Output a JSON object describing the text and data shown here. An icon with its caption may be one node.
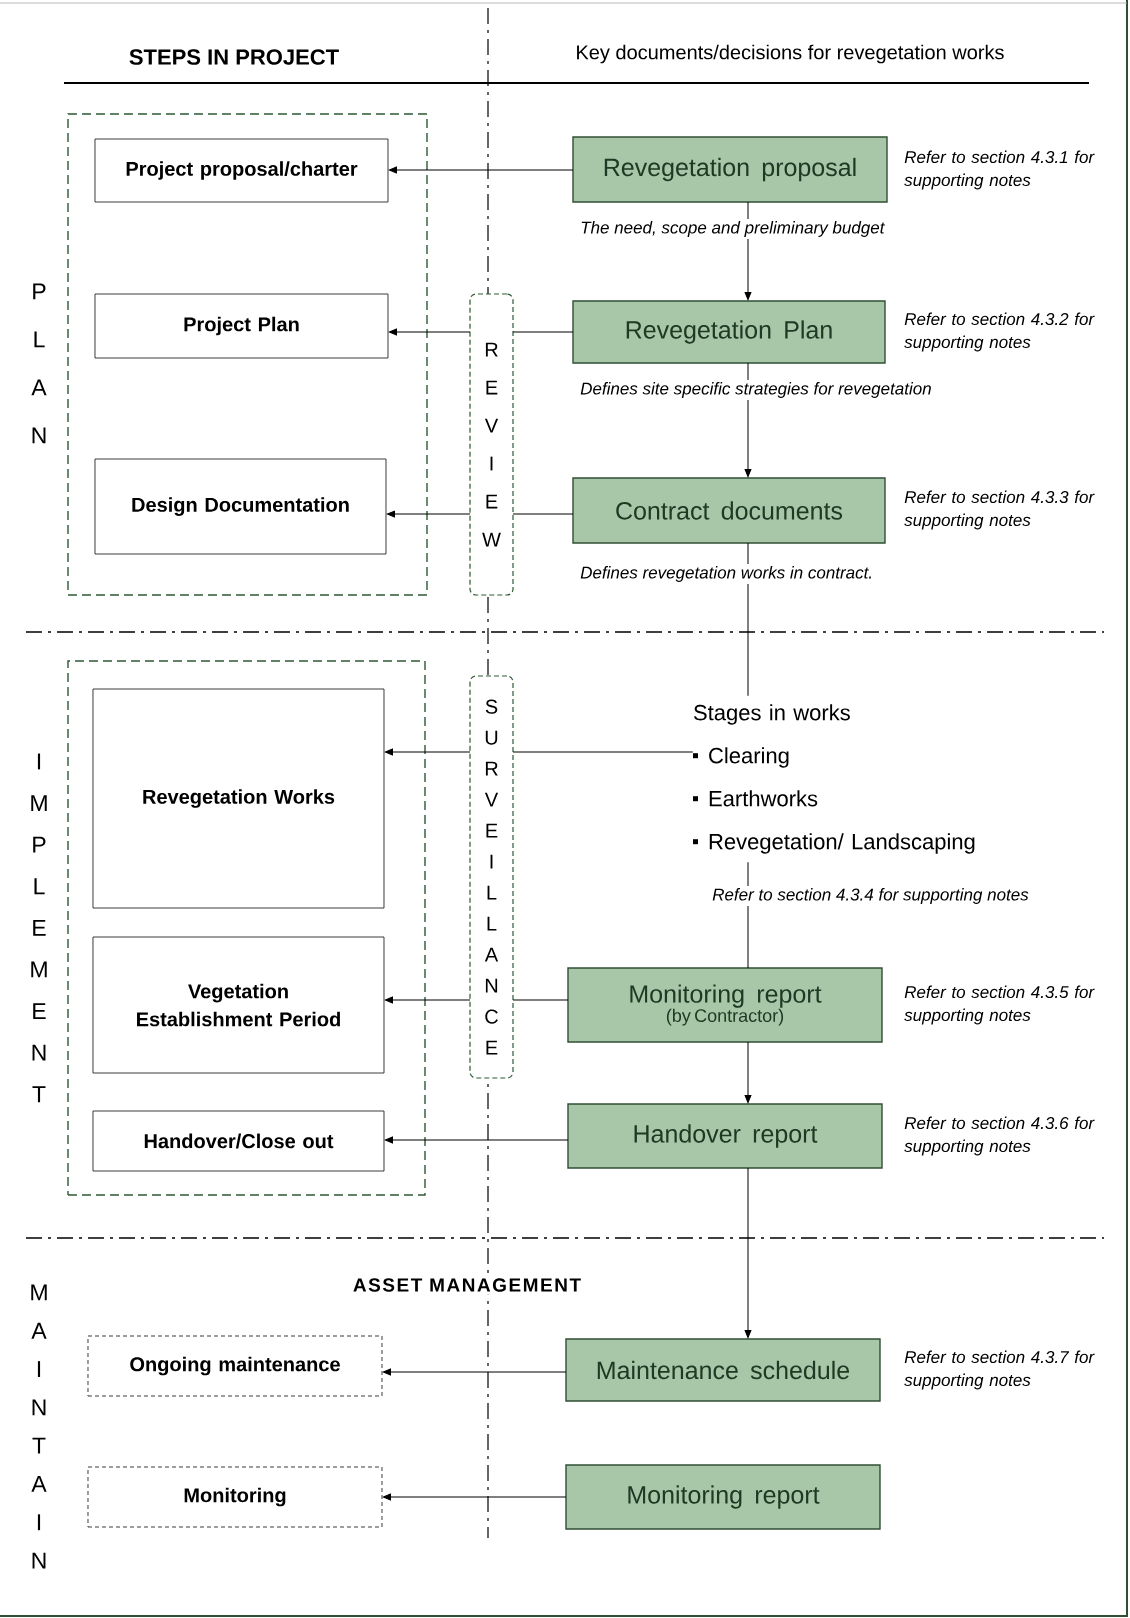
{
  "diagram": {
    "nodes": [
      {
        "text": [],
        "shape": "box"
      },
      {
        "text": [
          "Project proposal/charter"
        ],
        "in": 0
      },
      {
        "text": [
          "Project Plan"
        ],
        "in": 0
      },
      {
        "text": [
          "Design Documentation"
        ],
        "in": 0
      },
      {
        "text": [
          "REVIEW"
        ]
      },
      {
        "text": [
          "Revegetation proposal"
        ],
        "beside": [
          "Refer to section 4.3.1 for supporting notes",
          "The need, scope and preliminary budget"
        ]
      },
      {
        "text": [
          "Revegetation Plan"
        ],
        "beside": [
          "Refer to section 4.3.2 for supporting notes",
          "Defines site specific strategies for revegetation"
        ]
      },
      {
        "text": [
          "Contract documents"
        ],
        "beside": [
          "Refer to section 4.3.3 for supporting notes",
          "Defines revegetation works in contract."
        ]
      },
      {
        "text": [],
        "shape": "box"
      },
      {
        "text": [
          "Revegetation Works"
        ],
        "in": 8
      },
      {
        "text": [
          "Vegetation Establishment Period"
        ],
        "in": 8
      },
      {
        "text": [
          "Handover/Close out"
        ],
        "in": 8
      },
      {
        "text": [
          "SURVEILLANCE"
        ]
      },
      {
        "text": [
          "Stages in works",
          "Clearing",
          "Earthworks",
          "Revegetation/ Landscaping"
        ],
        "beside": [
          "Refer to section 4.3.4 for supporting notes"
        ]
      },
      {
        "text": [
          "Monitoring report",
          "(by Contractor)"
        ],
        "beside": [
          "Refer to section 4.3.5 for supporting notes"
        ]
      },
      {
        "text": [
          "Handover report"
        ],
        "beside": [
          "Refer to section 4.3.6 for supporting notes"
        ]
      },
      {
        "text": [
          "Ongoing maintenance"
        ]
      },
      {
        "text": [
          "Monitoring"
        ]
      },
      {
        "text": [
          "Maintenance schedule"
        ],
        "beside": [
          "Refer to section 4.3.7 for supporting notes"
        ]
      },
      {
        "text": [
          "Monitoring report"
        ]
      }
    ],
    "edges": [
      {
        "from": 5,
        "to": 1,
        "arrow": "to"
      },
      {
        "from": 6,
        "to": 4,
        "arrow": "none"
      },
      {
        "from": 4,
        "to": 2,
        "arrow": "to"
      },
      {
        "from": 7,
        "to": 4,
        "arrow": "none"
      },
      {
        "from": 4,
        "to": 3,
        "arrow": "to"
      },
      {
        "from": 13,
        "to": 12,
        "arrow": "none"
      },
      {
        "from": 12,
        "to": 9,
        "arrow": "to"
      },
      {
        "from": 14,
        "to": 12,
        "arrow": "none"
      },
      {
        "from": 12,
        "to": 10,
        "arrow": "to"
      },
      {
        "from": 15,
        "to": 11,
        "arrow": "to"
      },
      {
        "from": 18,
        "to": 16,
        "arrow": "to"
      },
      {
        "from": 19,
        "to": 17,
        "arrow": "to"
      },
      {
        "from": 5,
        "to": 6,
        "arrow": "to"
      },
      {
        "from": 6,
        "to": 7,
        "arrow": "to"
      },
      {
        "from": 7,
        "to": 13,
        "arrow": "none"
      },
      {
        "from": 13,
        "to": 14,
        "arrow": "none"
      },
      {
        "from": 14,
        "to": 15,
        "arrow": "to"
      },
      {
        "from": 15,
        "to": 18,
        "arrow": "to"
      }
    ],
    "labels": [
      "STEPS IN PROJECT",
      "Key documents/decisions for revegetation works",
      "PLAN",
      "IMPLEMENT",
      "ASSET MANAGEMENT",
      "MAINTAIN"
    ]
  }
}
